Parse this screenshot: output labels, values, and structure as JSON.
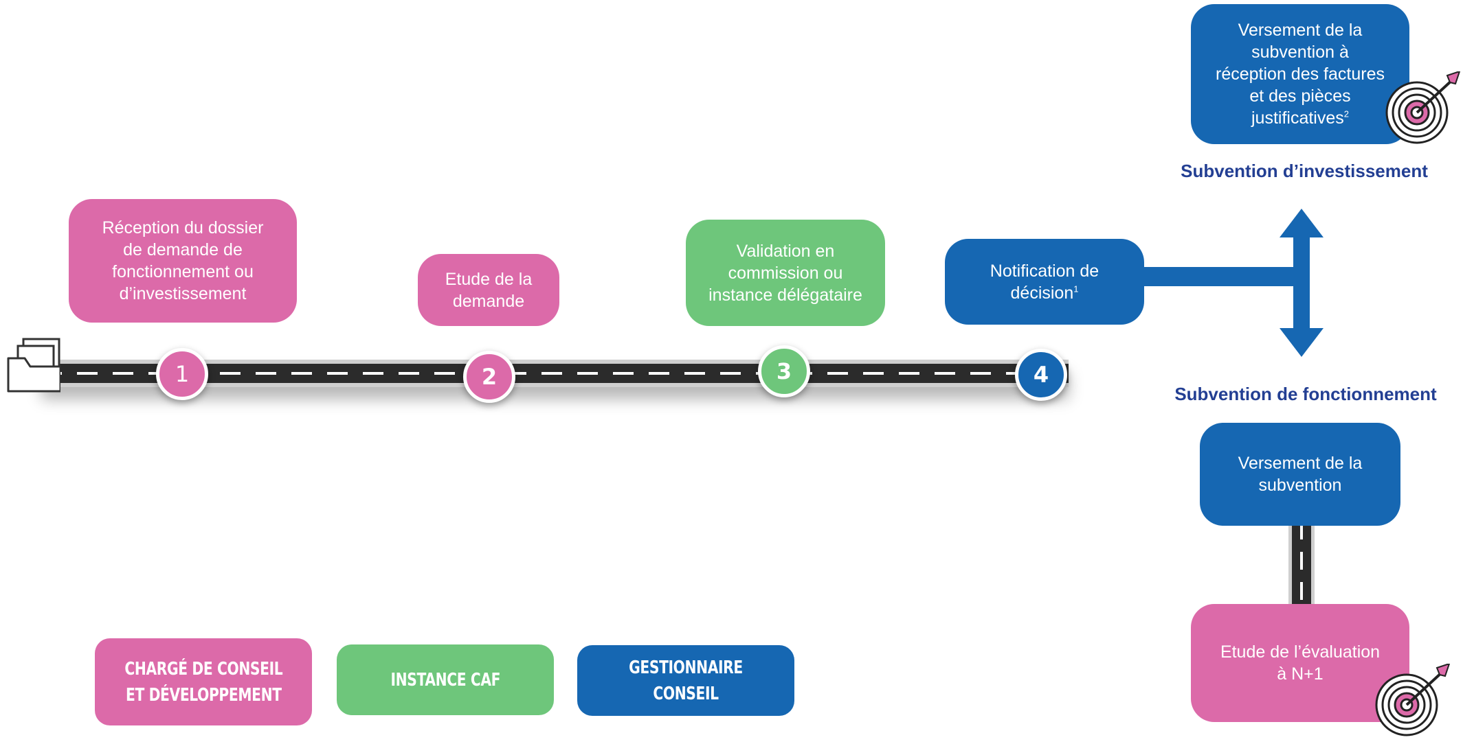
{
  "steps": [
    {
      "number": "1",
      "text_lines": [
        "Réception du dossier",
        "de demande de",
        "fonctionnement ou",
        "d’investissement"
      ],
      "color": "#dc6aa9"
    },
    {
      "number": "2",
      "text_lines": [
        "Etude de la",
        "demande"
      ],
      "color": "#dc6aa9"
    },
    {
      "number": "3",
      "text_lines": [
        "Validation en",
        "commission ou",
        "instance délégataire"
      ],
      "color": "#6ec67b"
    },
    {
      "number": "4",
      "text_lines": [
        "Notification de",
        "décision"
      ],
      "superscript": "1",
      "color": "#1667b2"
    }
  ],
  "branches": {
    "investissement": {
      "title": "Subvention d’investissement",
      "box_lines": [
        "Versement de la",
        "subvention à",
        "réception des factures",
        "et des pièces",
        "justificatives"
      ],
      "box_superscript": "2"
    },
    "fonctionnement": {
      "title": "Subvention de fonctionnement",
      "box_lines": [
        "Versement de la",
        "subvention"
      ],
      "final_lines": [
        "Etude de l’évaluation",
        "à N+1"
      ]
    }
  },
  "legend": [
    {
      "lines": [
        "CHARGÉ DE CONSEIL",
        "ET DÉVELOPPEMENT"
      ],
      "color": "#dc6aa9"
    },
    {
      "lines": [
        "INSTANCE CAF"
      ],
      "color": "#6ec67b"
    },
    {
      "lines": [
        "GESTIONNAIRE CONSEIL"
      ],
      "color": "#1667b2"
    }
  ],
  "icons": {
    "start": "folder-icon",
    "goal": "target-icon"
  },
  "colors": {
    "pink": "#dc6aa9",
    "green": "#6ec67b",
    "blue": "#1667b2",
    "title": "#233f93",
    "road": "#2b2b2b"
  }
}
